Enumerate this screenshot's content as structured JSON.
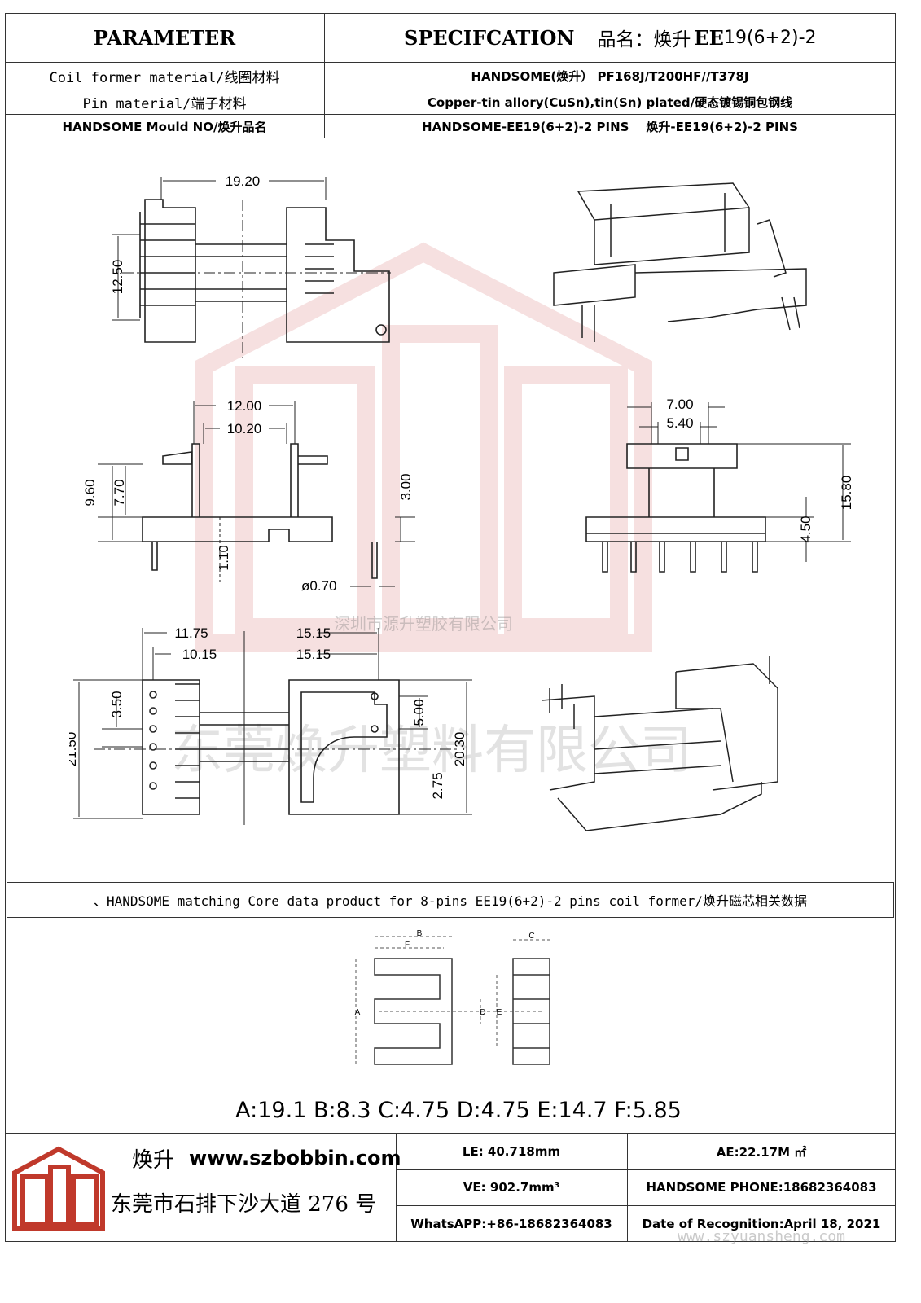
{
  "header": {
    "parameter_label": "PARAMETER",
    "spec_label": "SPECIFCATION",
    "product_name_label": "品名：焕升",
    "product_model_bold": "EE",
    "product_model_rest": "19(6+2)-2"
  },
  "params": [
    {
      "label": "Coil former material/线圈材料",
      "value": "HANDSOME(焕升）  PF168J/T200HF//T378J"
    },
    {
      "label": "Pin material/端子材料",
      "value": "Copper-tin allory(CuSn),tin(Sn) plated/硬态镀锡铜包钢线"
    },
    {
      "label": "HANDSOME Mould NO/焕升品名",
      "value": "HANDSOME-EE19(6+2)-2 PINS    焕升-EE19(6+2)-2 PINS"
    }
  ],
  "dimensions": {
    "top_width": "19.20",
    "top_height": "12.50",
    "side_w1": "12.00",
    "side_w2": "10.20",
    "side_h1": "9.60",
    "side_h2": "7.70",
    "side_pin_len": "3.00",
    "side_base": "1.10",
    "pin_dia": "ø0.70",
    "right_w1": "7.00",
    "right_w2": "5.40",
    "right_h": "15.80",
    "right_pin": "4.50",
    "bot_a": "11.75",
    "bot_b": "15.15",
    "bot_c": "10.15",
    "bot_d": "15.15",
    "bot_h": "21.50",
    "bot_pitch": "3.50",
    "bot_e": "5.00",
    "bot_f": "2.75",
    "bot_g": "20.30"
  },
  "watermarks": {
    "company_small": "深圳市源升塑胶有限公司",
    "company_large": "东莞焕升塑料有限公司",
    "website": "www.szyuansheng.com"
  },
  "core_section": {
    "title": "、HANDSOME matching Core data  product for 8-pins EE19(6+2)-2 pins coil former/焕升磁芯相关数据",
    "core_labels": {
      "A": "A",
      "B": "B",
      "C": "C",
      "D": "D",
      "E": "E",
      "F": "F"
    },
    "values_line": "A:19.1 B:8.3 C:4.75 D:4.75 E:14.7 F:5.85"
  },
  "footer": {
    "brand": "焕升",
    "website": "www.szbobbin.com",
    "address": "东莞市石排下沙大道 276 号",
    "le": "LE: 40.718mm",
    "ae": "AE:22.17M ㎡",
    "ve": "VE: 902.7mm³",
    "phone": "HANDSOME PHONE:18682364083",
    "whatsapp": "WhatsAPP:+86-18682364083",
    "date": "Date of Recognition:April 18, 2021"
  },
  "colors": {
    "watermark_red": "#e8b8b8",
    "line": "#333333",
    "logo_red": "#c0392b"
  }
}
